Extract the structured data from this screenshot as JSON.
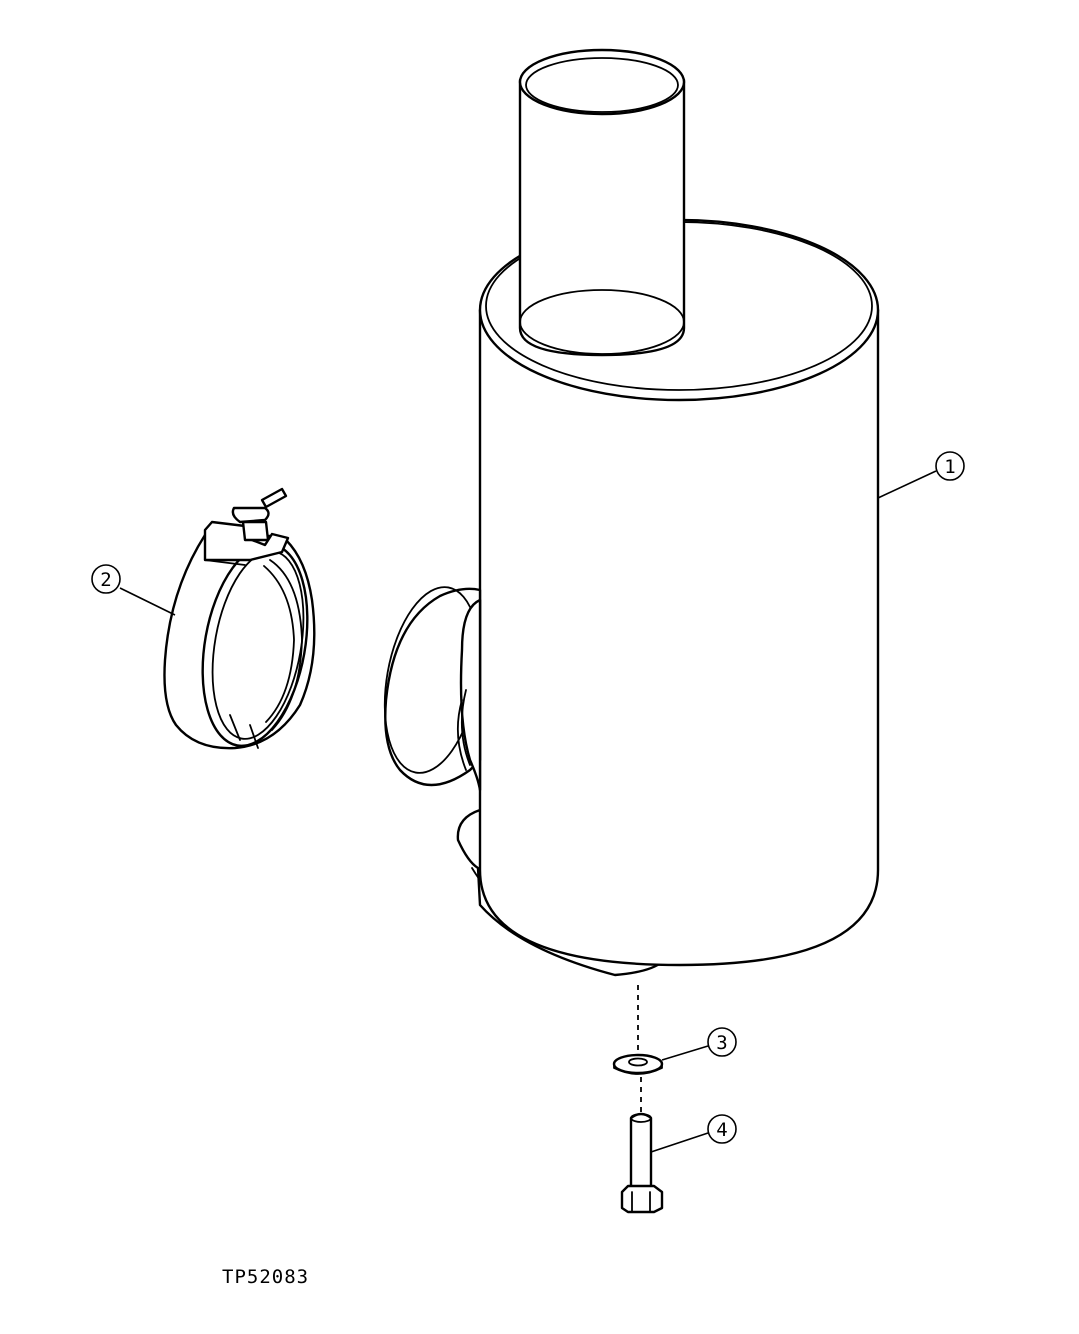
{
  "figure_id": "TP52083",
  "callouts": [
    {
      "label": "1",
      "part": "air-cleaner-housing"
    },
    {
      "label": "2",
      "part": "band-clamp"
    },
    {
      "label": "3",
      "part": "washer"
    },
    {
      "label": "4",
      "part": "cap-screw"
    }
  ]
}
